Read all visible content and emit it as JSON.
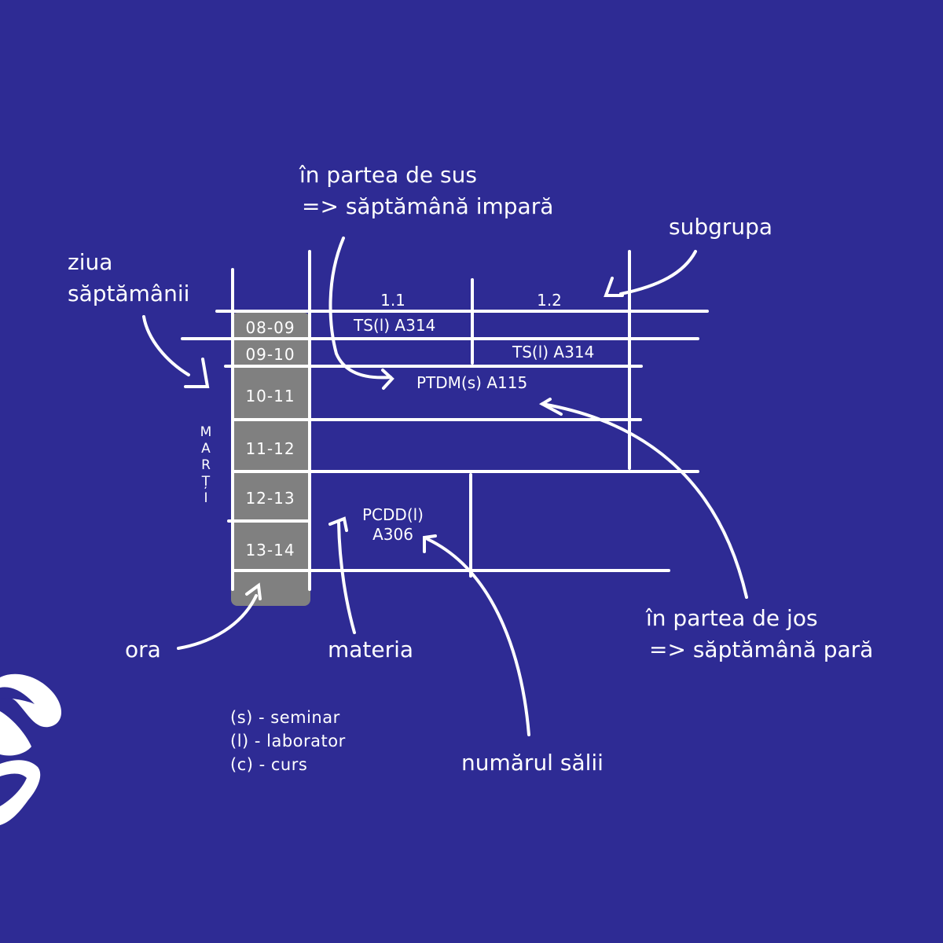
{
  "colors": {
    "background": "#2e2b94",
    "lines": "#ffffff",
    "hour_column": "#808080",
    "text": "#ffffff"
  },
  "annotations": {
    "top_line1": "în partea de sus",
    "top_line2": "=> săptămână impară",
    "subgroup": "subgrupa",
    "weekday_line1": "ziua",
    "weekday_line2": "săptămânii",
    "hour": "ora",
    "subject": "materia",
    "bottom_line1": "în partea de jos",
    "bottom_line2": "=> săptămână pară",
    "room_number": "numărul sălii"
  },
  "timetable": {
    "day_letters": [
      "M",
      "A",
      "R",
      "Ț",
      "I"
    ],
    "subgroups": [
      "1.1",
      "1.2"
    ],
    "hours": [
      "08-09",
      "09-10",
      "10-11",
      "11-12",
      "12-13",
      "13-14"
    ],
    "entries": {
      "ts_odd": "TS(l) A314",
      "ts_even": "TS(l) A314",
      "ptdm": "PTDM(s) A115",
      "pcdd_subject": "PCDD(l)",
      "pcdd_room": "A306"
    }
  },
  "legend": [
    "(s) - seminar",
    "(l) - laborator",
    "(c) - curs"
  ],
  "logo": "logo-icon"
}
